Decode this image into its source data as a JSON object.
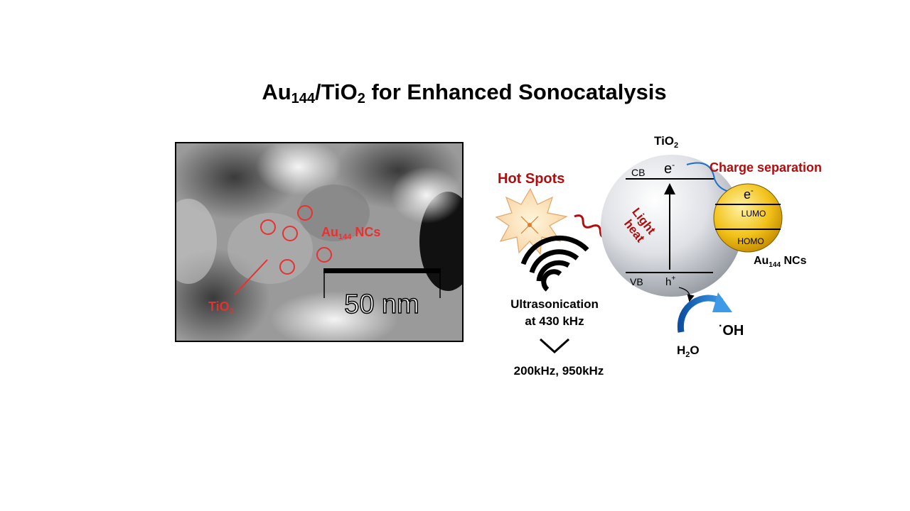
{
  "title": {
    "a": "Au",
    "a_sub": "144",
    "b": "/TiO",
    "b_sub": "2",
    "c": " for Enhanced Sonocatalysis"
  },
  "tem": {
    "scale_bar": "50 nm",
    "au_label": "Au",
    "au_sub": "144",
    "au_suffix": " NCs",
    "tio2_label": "TiO",
    "tio2_sub": "2"
  },
  "left_diagram": {
    "hot_spots": "Hot Spots",
    "ultrasonication_line1": "Ultrasonication",
    "ultrasonication_line2": "at 430 kHz",
    "alt_freq": "200kHz, 950kHz"
  },
  "band": {
    "tio2": "TiO",
    "tio2_sub": "2",
    "cb": "CB",
    "vb": "VB",
    "e": "e",
    "e_sup": "-",
    "h": "h",
    "h_sup": "+",
    "light": "Light",
    "heat": "heat",
    "charge_separation": "Charge separation",
    "lumo": "LUMO",
    "homo": "HOMO",
    "au_label": "Au",
    "au_sub": "144",
    "au_suffix": " NCs",
    "oh_dot": "·",
    "oh": "OH",
    "h2o_a": "H",
    "h2o_sub": "2",
    "h2o_b": "O"
  },
  "colors": {
    "red_label": "#e8312f",
    "dark_red": "#b00e0e",
    "blue_arrow": "#1c70c8",
    "gold": "#f2c21a"
  }
}
